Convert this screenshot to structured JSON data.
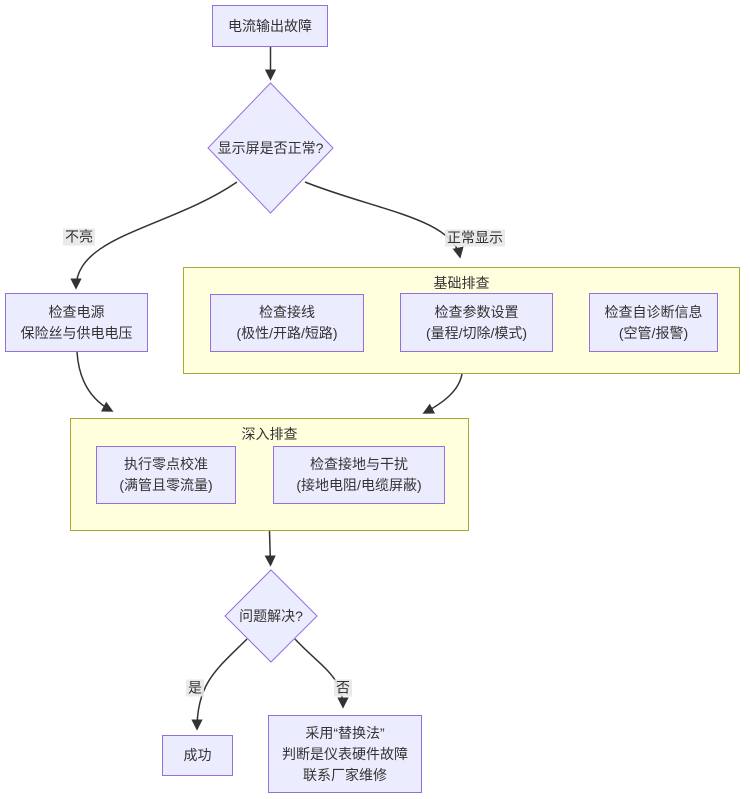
{
  "diagram": {
    "title_node": "电流输出故障",
    "nodes": {
      "start": {
        "label": "电流输出故障"
      },
      "display_check": {
        "label": "显示屏是否正常?"
      },
      "check_power": {
        "line1": "检查电源",
        "line2": "保险丝与供电电压"
      },
      "check_wiring": {
        "line1": "检查接线",
        "line2": "(极性/开路/短路)"
      },
      "check_params": {
        "line1": "检查参数设置",
        "line2": "(量程/切除/模式)"
      },
      "check_diag": {
        "line1": "检查自诊断信息",
        "line2": "(空管/报警)"
      },
      "zero_cal": {
        "line1": "执行零点校准",
        "line2": "(满管且零流量)"
      },
      "check_ground": {
        "line1": "检查接地与干扰",
        "line2": "(接地电阻/电缆屏蔽)"
      },
      "solved_check": {
        "label": "问题解决?"
      },
      "success": {
        "label": "成功"
      },
      "replace_method": {
        "line1": "采用“替换法”",
        "line2": "判断是仪表硬件故障",
        "line3": "联系厂家维修"
      }
    },
    "clusters": {
      "basic": {
        "title": "基础排查"
      },
      "deep": {
        "title": "深入排查"
      }
    },
    "edge_labels": {
      "not_lit": "不亮",
      "normal_display": "正常显示",
      "yes": "是",
      "no": "否"
    },
    "colors": {
      "node_fill": "#ECECFF",
      "node_border": "#9370DB",
      "cluster_fill": "#FFFFDE",
      "cluster_border": "#AAAA33",
      "edge": "#333333",
      "edge_label_bg": "#E8E8E8",
      "text": "#333333"
    }
  }
}
